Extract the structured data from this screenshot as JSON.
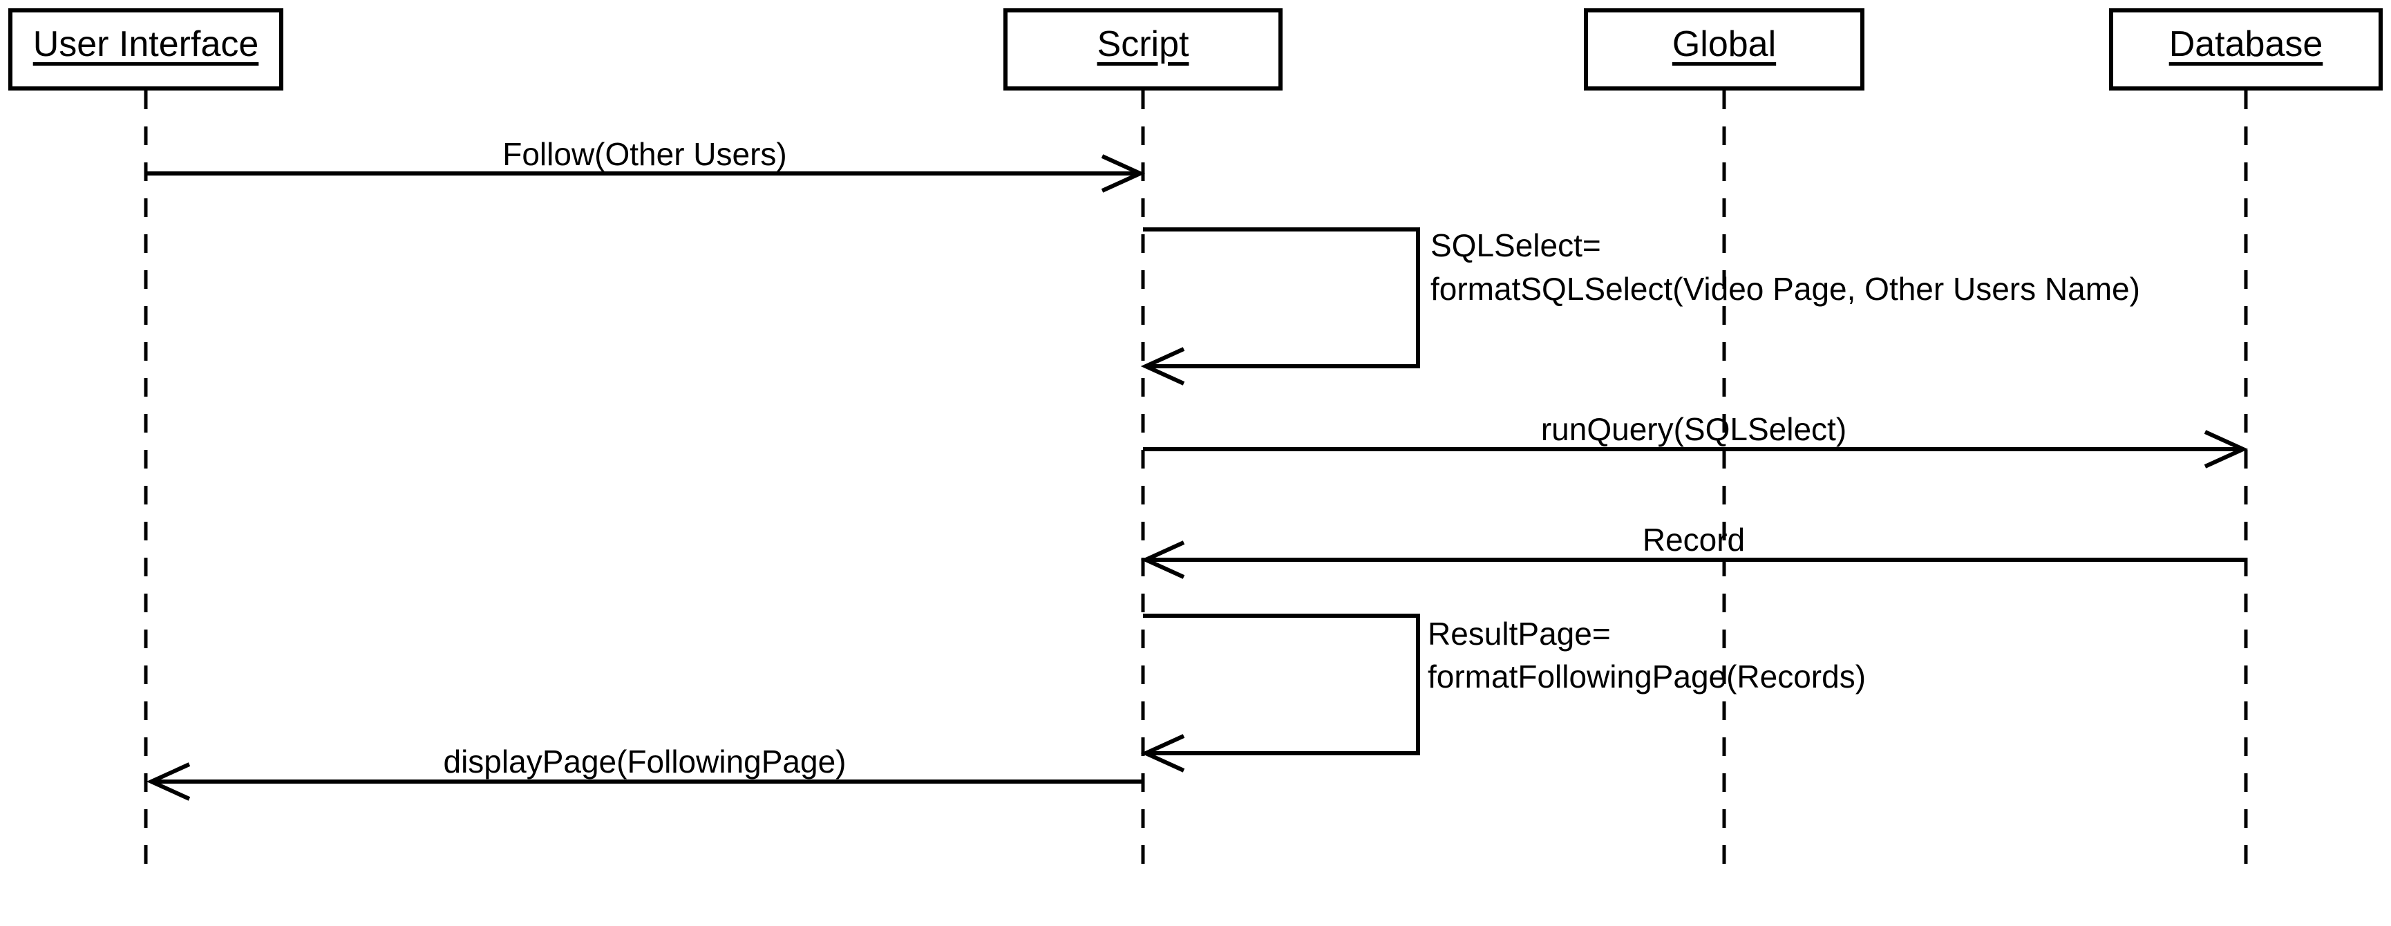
{
  "diagram": {
    "type": "uml-sequence-diagram",
    "colors": {
      "background": "#ffffff",
      "stroke": "#000000",
      "text": "#000000"
    },
    "participants": [
      {
        "name": "User Interface"
      },
      {
        "name": "Script"
      },
      {
        "name": "Global"
      },
      {
        "name": "Database"
      }
    ],
    "messages": [
      {
        "label": "Follow(Other Users)",
        "from": "User Interface",
        "to": "Script",
        "kind": "arrow-right"
      },
      {
        "lines": [
          "SQLSelect=",
          "formatSQLSelect(Video Page, Other Users Name)"
        ],
        "from": "Script",
        "to": "Script",
        "kind": "self-call"
      },
      {
        "label": "runQuery(SQLSelect)",
        "from": "Script",
        "to": "Database",
        "kind": "arrow-right"
      },
      {
        "label": "Record",
        "from": "Database",
        "to": "Script",
        "kind": "arrow-left"
      },
      {
        "lines": [
          "ResultPage=",
          "formatFollowingPage(Records)"
        ],
        "from": "Script",
        "to": "Script",
        "kind": "self-call"
      },
      {
        "label": "displayPage(FollowingPage)",
        "from": "Script",
        "to": "User Interface",
        "kind": "arrow-left"
      }
    ]
  }
}
